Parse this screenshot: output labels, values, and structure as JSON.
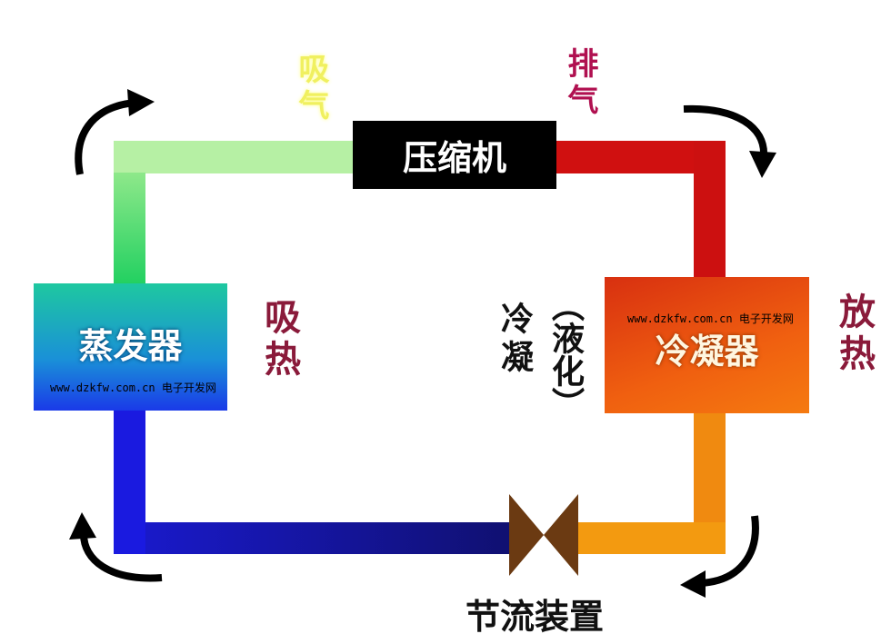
{
  "components": {
    "compressor": "压缩机",
    "evaporator": "蒸发器",
    "condenser": "冷凝器",
    "throttle": "节流装置"
  },
  "labels": {
    "suction": "吸气",
    "discharge": "排气",
    "absorb_heat": "吸热",
    "release_heat": "放热",
    "condense": "冷凝",
    "liquefy": "（液化）"
  },
  "watermark": "www.dzkfw.com.cn 电子开发网",
  "colors": {
    "suction_pipe": "#b6f0a4",
    "discharge_pipe": "#d01010",
    "liquid_pipe": "#f08a10",
    "low_pipe": "#1a1ac8",
    "valve": "#6b3a12",
    "label_heat": "#8a1a3a"
  }
}
